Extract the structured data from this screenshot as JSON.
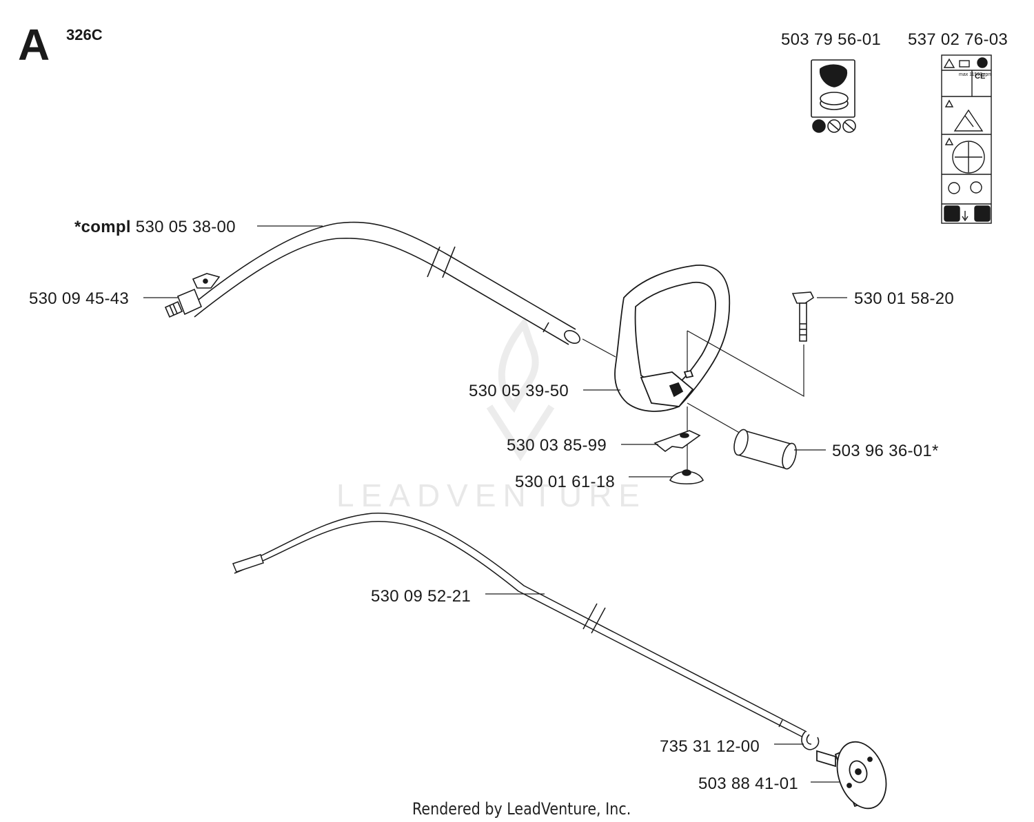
{
  "header": {
    "section_letter": "A",
    "model": "326C"
  },
  "decal_labels": [
    {
      "part_number": "503 79 56-01"
    },
    {
      "part_number": "537 02 76-03"
    }
  ],
  "callouts": {
    "shaft_assembly": {
      "prefix": "*compl",
      "part_number": "530 05 38-00"
    },
    "tube_fitting": {
      "part_number": "530 09 45-43"
    },
    "bolt": {
      "part_number": "530 01 58-20"
    },
    "loop_handle": {
      "part_number": "530 05 39-50"
    },
    "handle_bracket": {
      "part_number": "530 03 85-99"
    },
    "spacer": {
      "part_number": "503 96 36-01*"
    },
    "wing_nut": {
      "part_number": "530 01 61-18"
    },
    "drive_shaft": {
      "part_number": "530 09 52-21"
    },
    "clip": {
      "part_number": "735 31 12-00"
    },
    "clutch_drum": {
      "part_number": "503 88 41-01"
    }
  },
  "decal_text": {
    "max_rpm": "max 11500 rpm",
    "ce_mark": "CE"
  },
  "watermark": "LEADVENTURE",
  "footer": "Rendered by LeadVenture, Inc.",
  "colors": {
    "line": "#1a1a1a",
    "background": "#ffffff",
    "watermark": "#e6e6e6"
  }
}
